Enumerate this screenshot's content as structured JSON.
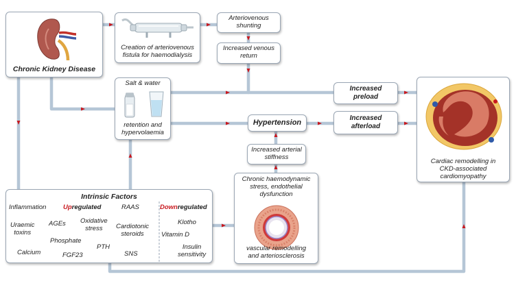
{
  "nodes": {
    "ckd": {
      "label": "Chronic Kidney Disease"
    },
    "fistula": {
      "label_line1": "Creation of arteriovenous",
      "label_line2": "fistula for haemodialysis"
    },
    "shunting": {
      "label_line1": "Arteriovenous",
      "label_line2": "shunting"
    },
    "venous_return": {
      "label_line1": "Increased venous",
      "label_line2": "return"
    },
    "salt_water": {
      "top_label": "Salt & water",
      "label_line1": "retention and",
      "label_line2": "hypervolaemia"
    },
    "preload": {
      "label_line1": "Increased",
      "label_line2": "preload"
    },
    "afterload": {
      "label_line1": "Increased",
      "label_line2": "afterload"
    },
    "hypertension": {
      "label": "Hypertension"
    },
    "stiffness": {
      "label_line1": "Increased arterial",
      "label_line2": "stiffness"
    },
    "vascular": {
      "top_line1": "Chronic haemodynamic",
      "top_line2": "stress, endothelial",
      "top_line3": "dysfunction",
      "bottom_line1": "vascular remodelling",
      "bottom_line2": "and arteriosclerosis"
    },
    "cardiac": {
      "label_line1": "Cardiac remodelling in",
      "label_line2": "CKD-associated",
      "label_line3": "cardiomyopathy"
    }
  },
  "intrinsic_factors": {
    "title": "Intrinsic Factors",
    "upregulated_prefix": "Up",
    "upregulated_suffix": "regulated",
    "downregulated_prefix": "Down",
    "downregulated_suffix": "regulated",
    "up_items": {
      "inflammation": "Inflammation",
      "raas": "RAAS",
      "uraemic_line1": "Uraemic",
      "uraemic_line2": "toxins",
      "ages": "AGEs",
      "oxidative_line1": "Oxidative",
      "oxidative_line2": "stress",
      "cardiotonic_line1": "Cardiotonic",
      "cardiotonic_line2": "steroids",
      "phosphate": "Phosphate",
      "calcium": "Calcium",
      "pth": "PTH",
      "fgf23": "FGF23",
      "sns": "SNS"
    },
    "down_items": {
      "klotho": "Klotho",
      "vitamin_d": "Vitamin D",
      "insulin_line1": "Insulin",
      "insulin_line2": "sensitivity"
    }
  },
  "colors": {
    "connector": "#b5c6d6",
    "arrow": "#c8191f",
    "box_border": "#9aa6b4",
    "accent_red": "#c8191f"
  },
  "icons": [
    "kidney-icon",
    "dialysis-fistula-icon",
    "salt-shaker-icon",
    "water-glass-icon",
    "artery-cross-section-icon",
    "heart-cross-section-icon"
  ]
}
